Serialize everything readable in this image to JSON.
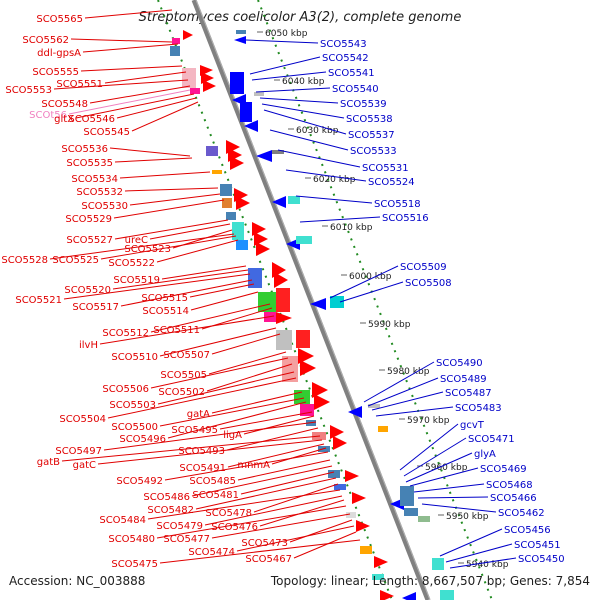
{
  "title": "Streptomyces coelicolor A3(2), complete genome",
  "footer": {
    "accession": "Accession: NC_003888",
    "stats": "Topology: linear; Length: 8,667,507 bp; Genes: 7,854"
  },
  "colors": {
    "forward_genes": "#ff0000",
    "reverse_genes": "#0000ff",
    "left_labels": "#e00000",
    "right_labels": "#0000c8",
    "rna_label": "#f080c0",
    "guide_line": "#228b22",
    "backbone": "#808080"
  },
  "ticks": [
    "6050 kbp",
    "6040 kbp",
    "6030 kbp",
    "6020 kbp",
    "6010 kbp",
    "6000 kbp",
    "5990 kbp",
    "5980 kbp",
    "5970 kbp",
    "5960 kbp",
    "5950 kbp",
    "5940 kbp"
  ],
  "left_labels": [
    "SCO5565",
    "SCO5562",
    "ddl-gpsA",
    "SCO5555",
    "SCO5551",
    "SCO5553",
    "SCO5548",
    "SCOt56",
    "gltX",
    "SCO5546",
    "SCO5545",
    "SCO5536",
    "SCO5535",
    "SCO5534",
    "SCO5532",
    "SCO5530",
    "SCO5529",
    "SCO5527",
    "ureC",
    "SCO5523",
    "SCO5528",
    "SCO5525",
    "SCO5522",
    "SCO5519",
    "SCO5520",
    "SCO5521",
    "SCO5517",
    "SCO5515",
    "SCO5514",
    "SCO5512",
    "SCO5511",
    "ilvH",
    "SCO5510",
    "SCO5507",
    "SCO5505",
    "SCO5506",
    "SCO5502",
    "SCO5503",
    "SCO5504",
    "gatA",
    "SCO5500",
    "SCO5496",
    "SCO5495",
    "ligA",
    "SCO5497",
    "SCO5493",
    "gatB",
    "gatC",
    "SCO5491",
    "mnmA",
    "SCO5492",
    "SCO5485",
    "SCO5486",
    "SCO5481",
    "SCO5482",
    "SCO5478",
    "SCO5484",
    "SCO5479",
    "SCO5476",
    "SCO5480",
    "SCO5477",
    "SCO5473",
    "SCO5474",
    "SCO5467",
    "SCO5475"
  ],
  "right_labels": [
    "SCO5543",
    "SCO5542",
    "SCO5541",
    "SCO5540",
    "SCO5539",
    "SCO5538",
    "SCO5537",
    "SCO5533",
    "SCO5531",
    "SCO5524",
    "SCO5518",
    "SCO5516",
    "SCO5509",
    "SCO5508",
    "SCO5490",
    "SCO5489",
    "SCO5487",
    "SCO5483",
    "gcvT",
    "SCO5471",
    "glyA",
    "SCO5469",
    "SCO5468",
    "SCO5466",
    "SCO5462",
    "SCO5456",
    "SCO5451",
    "SCO5450"
  ]
}
